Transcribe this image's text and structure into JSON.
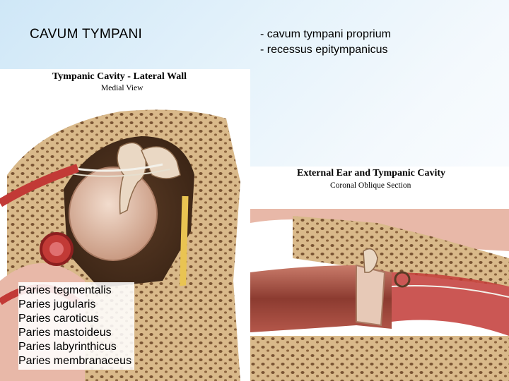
{
  "slide": {
    "title": "CAVUM TYMPANI",
    "right_lines": [
      "- cavum tympani proprium",
      "- recessus epitympanicus"
    ],
    "walls": [
      "Paries tegmentalis",
      "Paries jugularis",
      "Paries caroticus",
      "Paries mastoideus",
      "Paries labyrinthicus",
      "Paries membranaceus"
    ]
  },
  "figure_left": {
    "title": "Tympanic Cavity - Lateral Wall",
    "subtitle": "Medial View"
  },
  "figure_right": {
    "title": "External Ear and Tympanic Cavity",
    "subtitle": "Coronal Oblique Section"
  },
  "colors": {
    "background_light_blue": "#cfe7f7",
    "bone": "#d9b98a",
    "bone_pore": "#7a5433",
    "membrane": "#e7c9b7",
    "artery_red": "#c23a36",
    "nerve_yellow": "#e9c452"
  }
}
